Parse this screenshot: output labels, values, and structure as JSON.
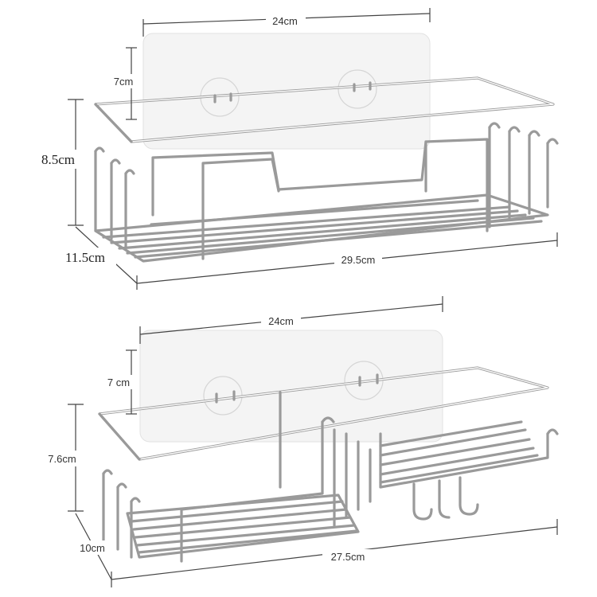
{
  "top_rack": {
    "width_label": "24cm",
    "plate_height_label": "7cm",
    "height_label": "8.5cm",
    "depth_label": "11.5cm",
    "length_label": "29.5cm"
  },
  "bottom_rack": {
    "width_label": "24cm",
    "plate_height_label": "7 cm",
    "height_label": "7.6cm",
    "depth_label": "10cm",
    "length_label": "27.5cm"
  }
}
